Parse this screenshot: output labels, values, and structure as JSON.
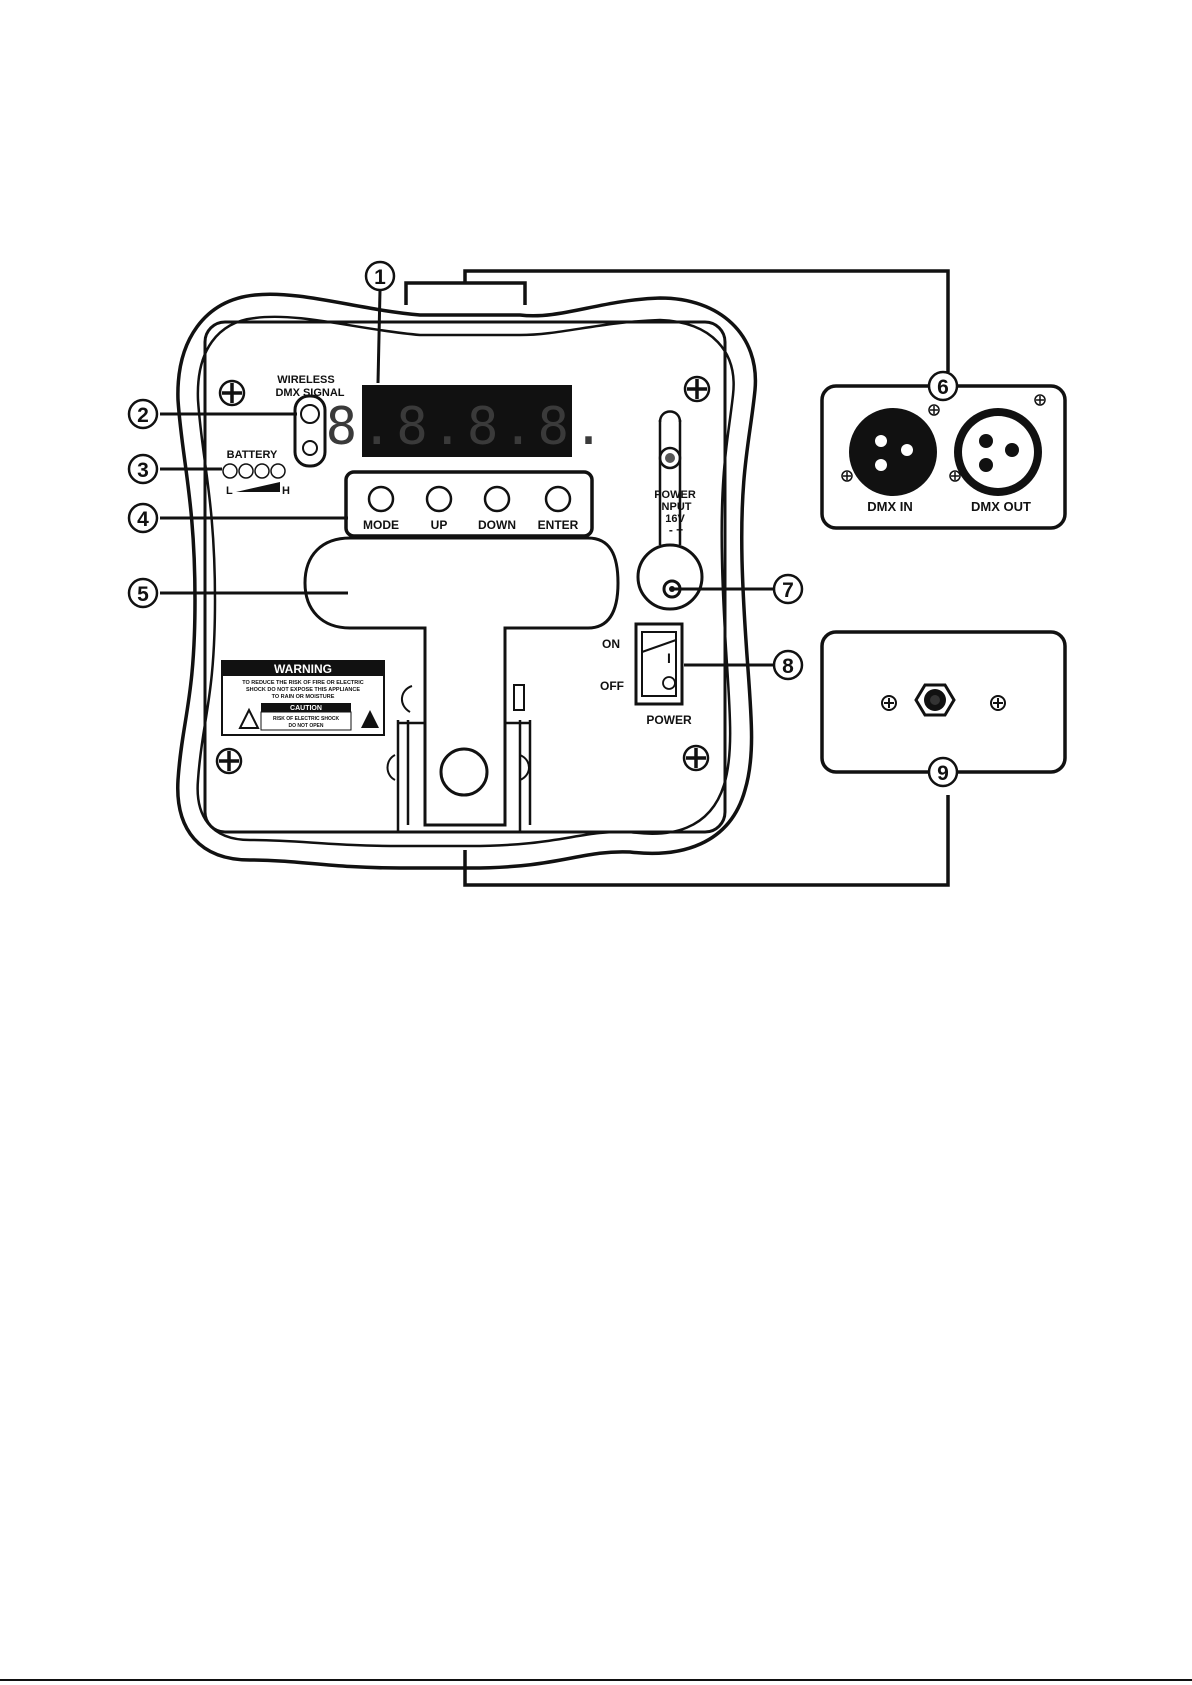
{
  "callouts": [
    "1",
    "2",
    "3",
    "4",
    "5",
    "6",
    "7",
    "8",
    "9"
  ],
  "panel": {
    "wireless_label_line1": "WIRELESS",
    "wireless_label_line2": "DMX SIGNAL",
    "battery_label": "BATTERY",
    "battery_low": "L",
    "battery_high": "H",
    "display_digits": "8.8.8.8.",
    "buttons": [
      "MODE",
      "UP",
      "DOWN",
      "ENTER"
    ],
    "power_input_line1": "POWER",
    "power_input_line2": "INPUT",
    "power_input_line3": "16V",
    "power_input_polarity": "- +",
    "switch_on": "ON",
    "switch_off": "OFF",
    "switch_mark": "I",
    "switch_caption": "POWER"
  },
  "warning_label": {
    "title": "WARNING",
    "text_line1": "TO REDUCE THE RISK OF FIRE OR ELECTRIC",
    "text_line2": "SHOCK DO NOT EXPOSE THIS APPLIANCE",
    "text_line3": "TO RAIN OR MOISTURE",
    "caution_title": "CAUTION",
    "caution_line1": "RISK OF ELECTRIC SHOCK",
    "caution_line2": "DO NOT OPEN"
  },
  "dmx_box": {
    "in_label": "DMX IN",
    "out_label": "DMX OUT"
  }
}
